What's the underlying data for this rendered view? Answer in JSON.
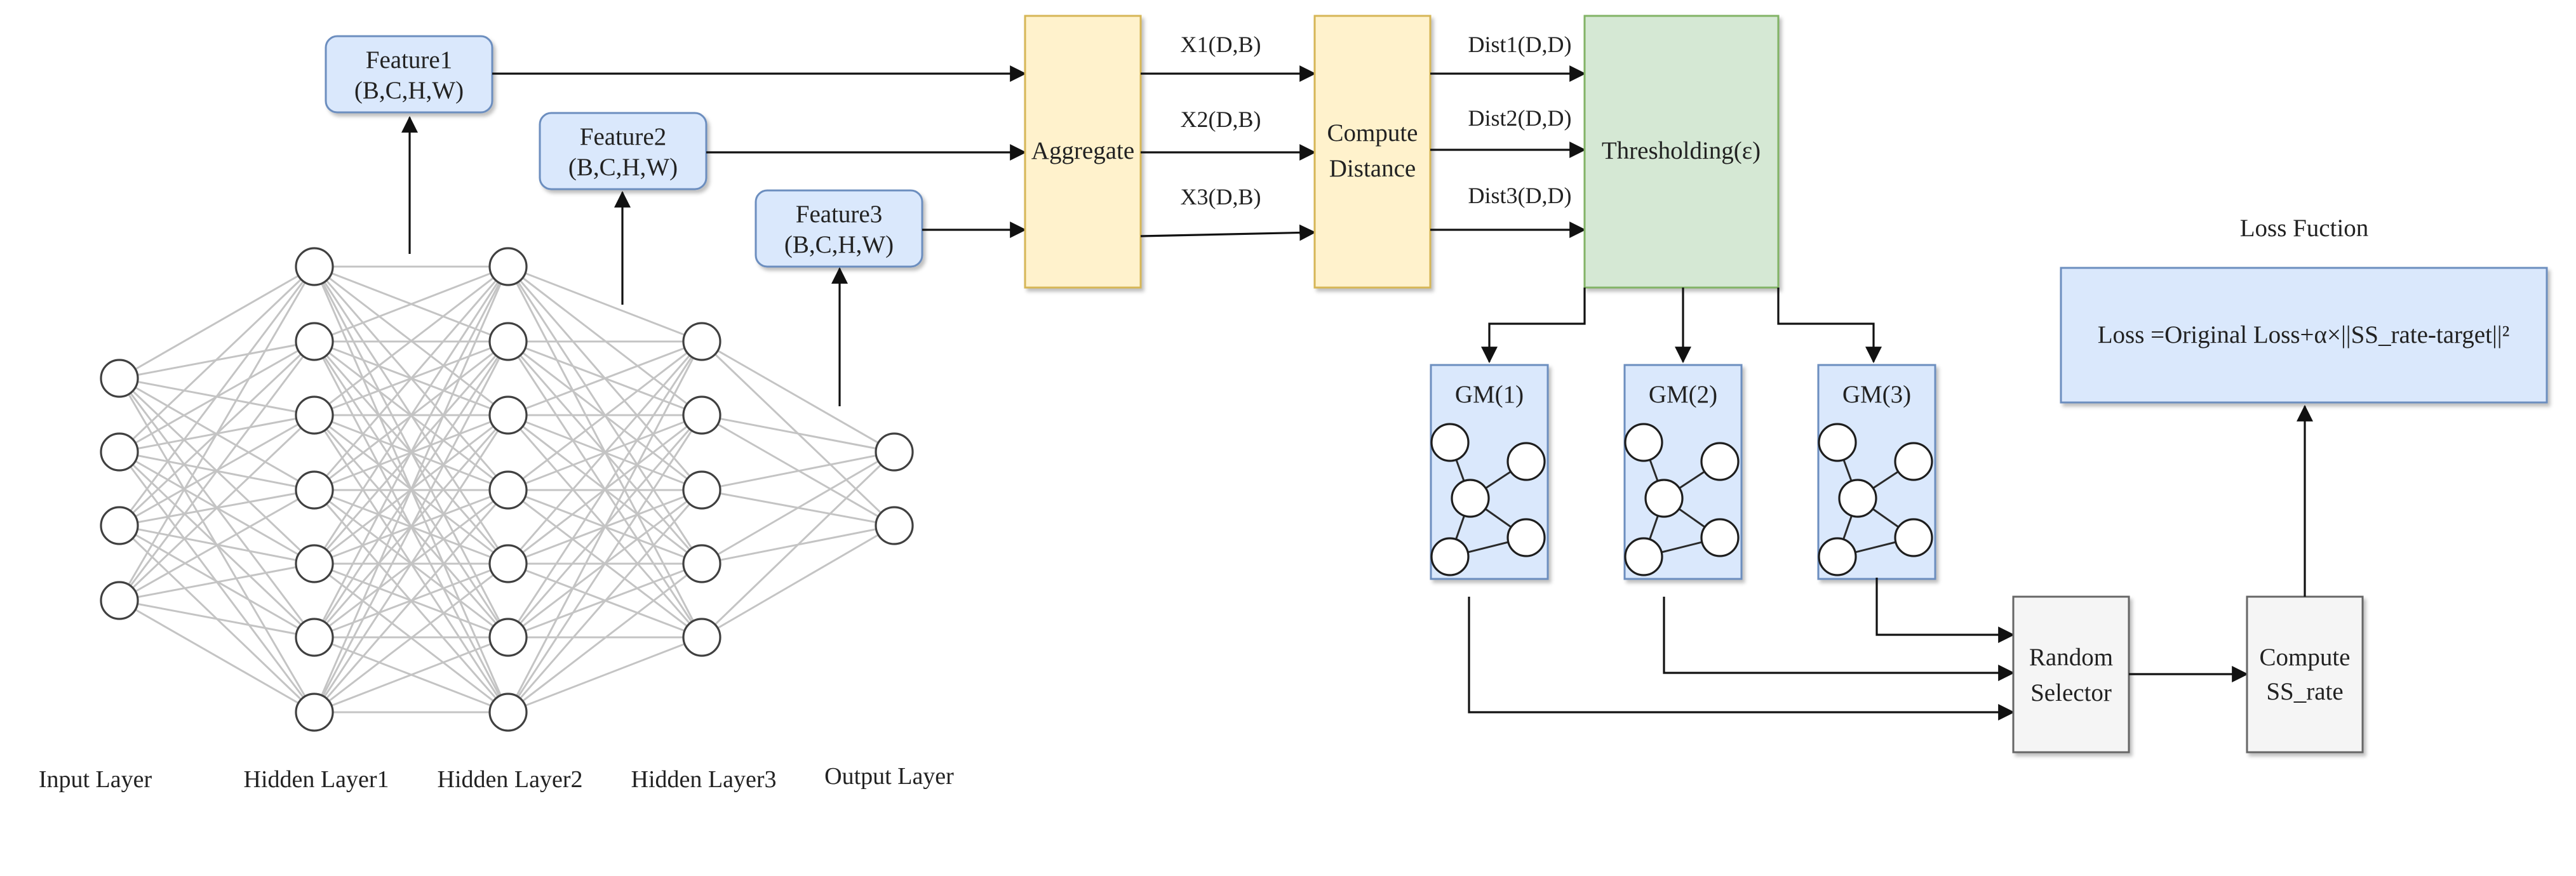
{
  "feature_boxes": [
    {
      "name": "Feature1",
      "shape": "(B,C,H,W)"
    },
    {
      "name": "Feature2",
      "shape": "(B,C,H,W)"
    },
    {
      "name": "Feature3",
      "shape": "(B,C,H,W)"
    }
  ],
  "blocks": {
    "aggregate": "Aggregate",
    "compute_distance": [
      "Compute",
      "Distance"
    ],
    "thresholding": "Thresholding(ε)",
    "random_selector": [
      "Random",
      "Selector"
    ],
    "compute_ss_rate": [
      "Compute",
      "SS_rate"
    ]
  },
  "edge_labels": {
    "x": [
      "X1(D,B)",
      "X2(D,B)",
      "X3(D,B)"
    ],
    "dist": [
      "Dist1(D,D)",
      "Dist2(D,D)",
      "Dist3(D,D)"
    ]
  },
  "graph_modules": [
    "GM(1)",
    "GM(2)",
    "GM(3)"
  ],
  "loss": {
    "title": "Loss Fuction",
    "formula": "Loss =Original Loss+α×||SS_rate-target||²"
  },
  "network": {
    "layer_labels": [
      "Input Layer",
      "Hidden Layer1",
      "Hidden Layer2",
      "Hidden Layer3",
      "Output Layer"
    ],
    "layer_sizes": [
      4,
      7,
      7,
      5,
      2
    ]
  },
  "colors": {
    "feature_fill": "#dae8fc",
    "feature_stroke": "#6c8ebf",
    "yellow_fill": "#fff2cc",
    "yellow_stroke": "#d6b656",
    "green_fill": "#d5e8d4",
    "green_stroke": "#82b366",
    "gray_fill": "#f5f5f5",
    "gray_stroke": "#666666"
  }
}
